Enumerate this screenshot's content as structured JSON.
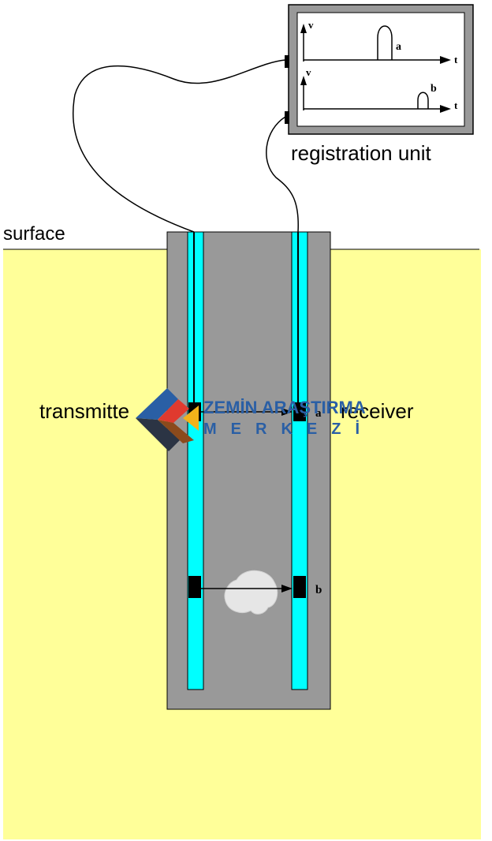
{
  "labels": {
    "registration_unit": "registration unit",
    "surface": "surface",
    "transmitter": "transmitte",
    "receiver": "receiver",
    "marker_a": "a",
    "marker_b": "b"
  },
  "screen": {
    "top_plot": {
      "y_axis": "v",
      "x_axis": "t",
      "pulse": "a"
    },
    "bottom_plot": {
      "y_axis": "v",
      "x_axis": "t",
      "pulse": "b"
    }
  },
  "watermark": {
    "line1": "ZEMİN ARAŞTIRMA",
    "line2": "MERKEZİ"
  },
  "colors": {
    "soil": "#ffff99",
    "concrete": "#999999",
    "tube": "#00ffff",
    "anomaly": "#e6e6e6"
  }
}
